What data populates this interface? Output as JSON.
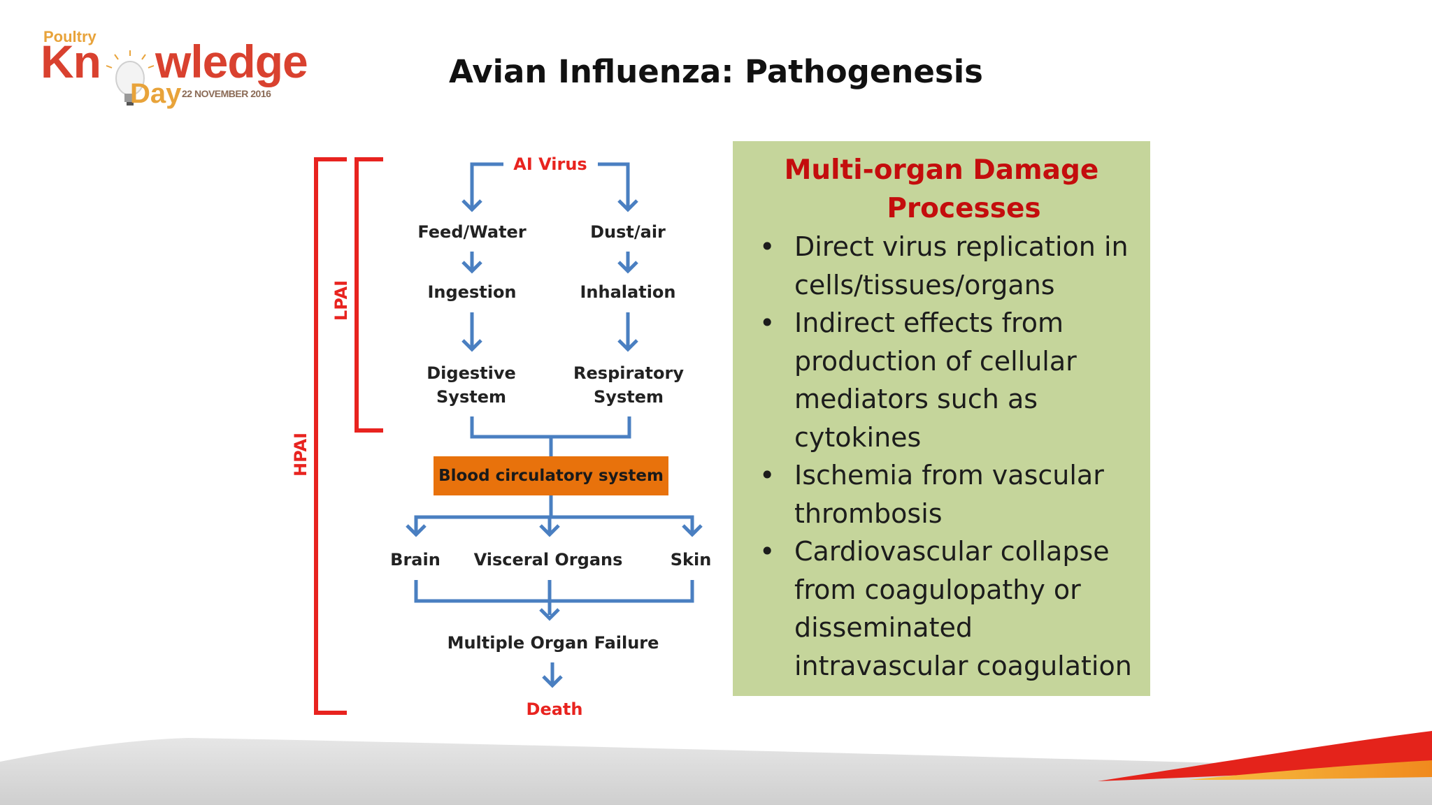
{
  "logo": {
    "line1": "Poultry",
    "part1": "Kn",
    "part2": "wledge",
    "line3": "Day",
    "date": "22 NOVEMBER 2016"
  },
  "title": "Avian Influenza: Pathogenesis",
  "diagram": {
    "virus": "AI Virus",
    "feed": "Feed/Water",
    "dust": "Dust/air",
    "ingestion": "Ingestion",
    "inhalation": "Inhalation",
    "digestive_1": "Digestive",
    "digestive_2": "System",
    "respiratory_1": "Respiratory",
    "respiratory_2": "System",
    "blood": "Blood circulatory system",
    "brain": "Brain",
    "visceral": "Visceral Organs",
    "skin": "Skin",
    "failure": "Multiple Organ Failure",
    "death": "Death",
    "lpai": "LPAI",
    "hpai": "HPAI",
    "colors": {
      "arrow": "#4a7fc1",
      "bracket": "#e8231f",
      "box": "#e8720c"
    }
  },
  "panel": {
    "title_1": "Multi-organ Damage",
    "title_2": "Processes",
    "bullets": [
      [
        "Direct virus replication in",
        "cells/tissues/organs"
      ],
      [
        "Indirect effects from",
        "production of cellular",
        "mediators such as",
        "cytokines"
      ],
      [
        "Ischemia from vascular",
        "thrombosis"
      ],
      [
        "Cardiovascular collapse",
        "from coagulopathy or",
        "disseminated",
        "intravascular coagulation"
      ]
    ],
    "colors": {
      "background": "#c5d59b",
      "title": "#c40d0d"
    }
  }
}
